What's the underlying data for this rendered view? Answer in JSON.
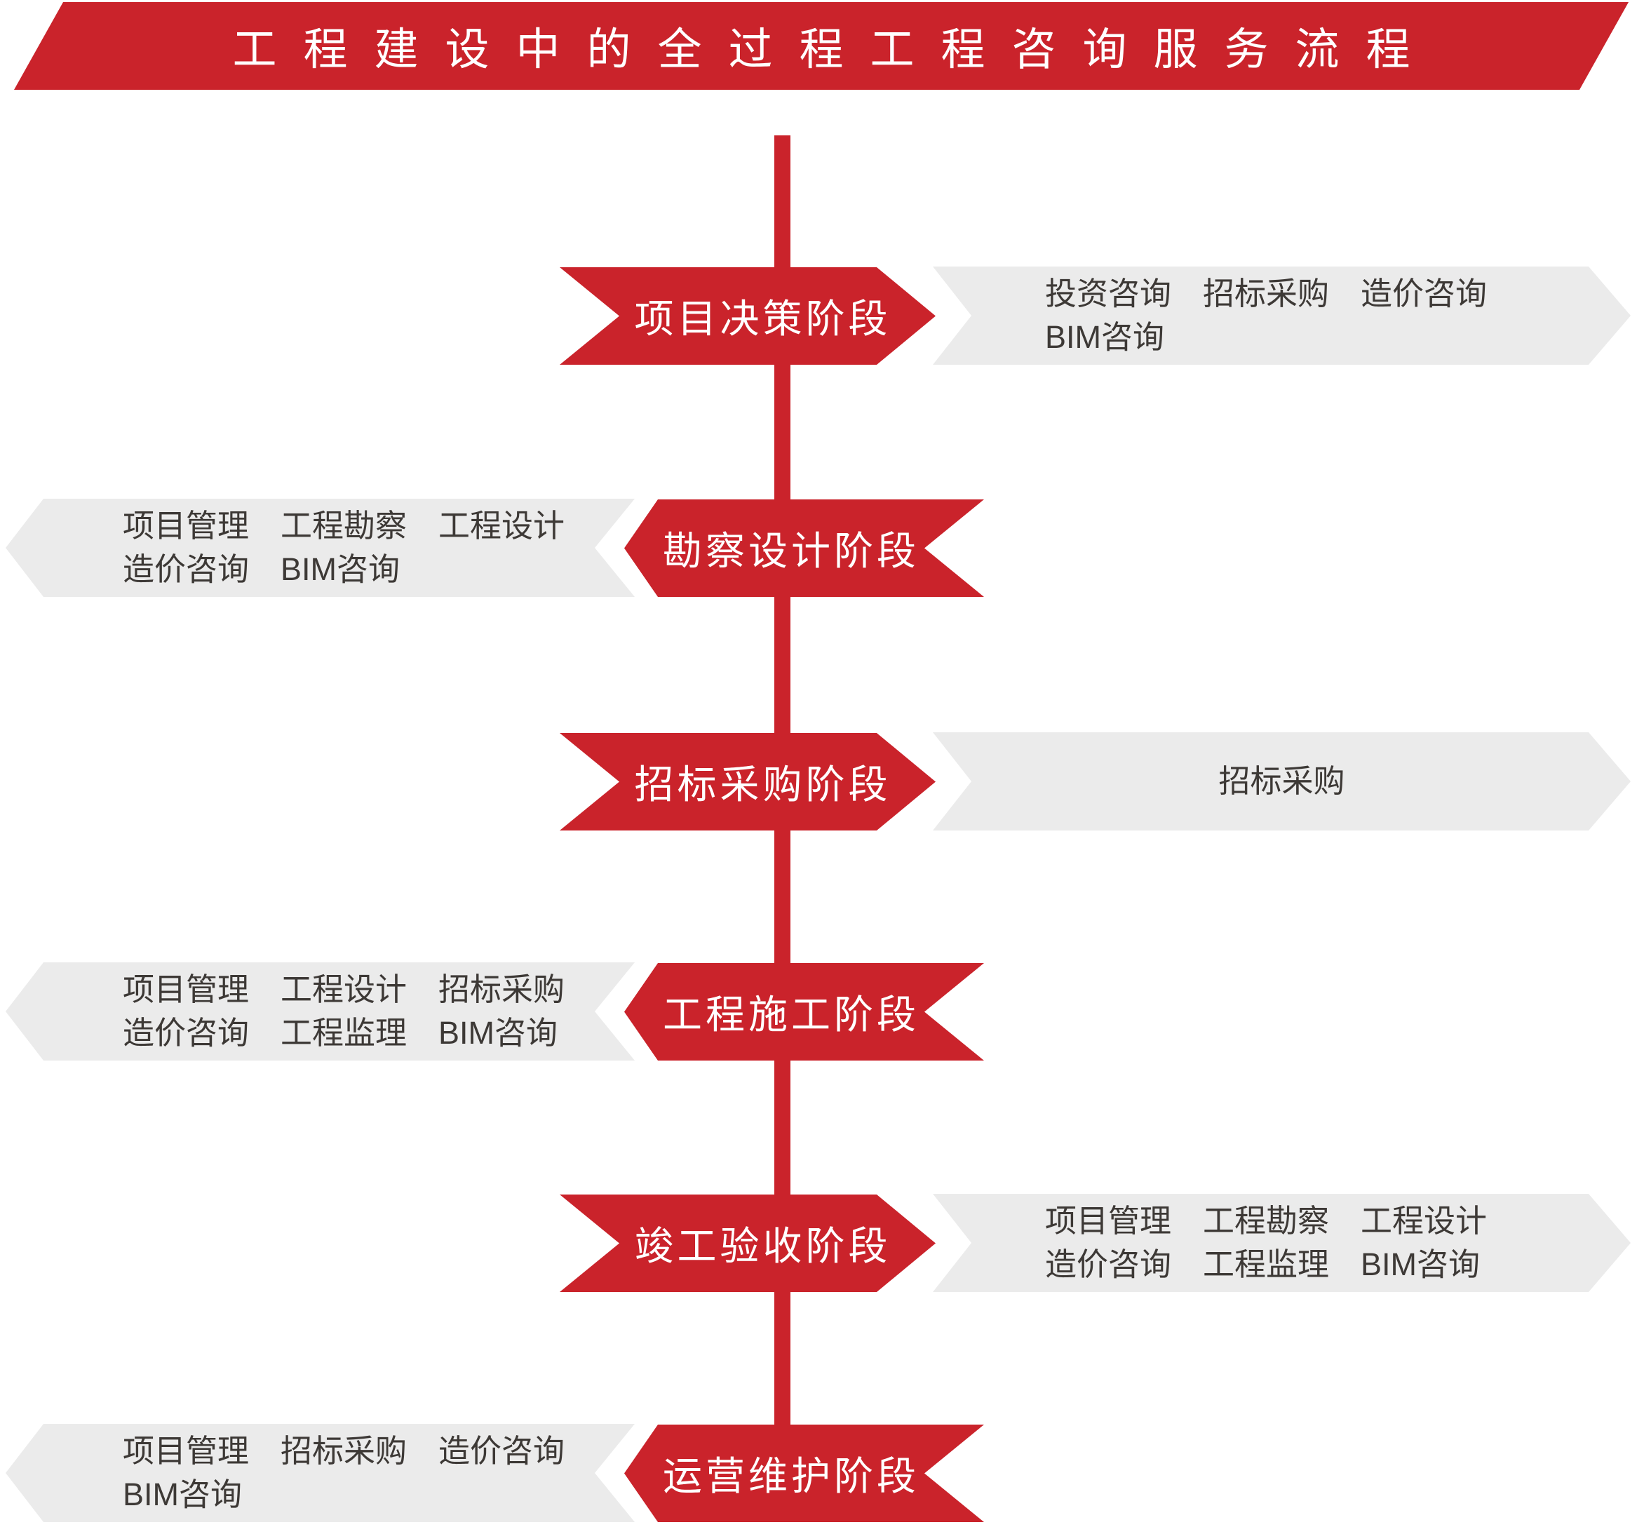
{
  "title": {
    "text": "工程建设中的全过程工程咨询服务流程"
  },
  "colors": {
    "red": "#ca232b",
    "gray": "#ebebeb",
    "text_dark": "#3d3936"
  },
  "stages": [
    {
      "id": "decision",
      "label": "项目决策阶段",
      "side": "right",
      "services": [
        [
          "投资咨询",
          "招标采购",
          "造价咨询"
        ],
        [
          "BIM咨询"
        ]
      ]
    },
    {
      "id": "survey-design",
      "label": "勘察设计阶段",
      "side": "left",
      "services": [
        [
          "项目管理",
          "工程勘察",
          "工程设计"
        ],
        [
          "造价咨询",
          "BIM咨询"
        ]
      ]
    },
    {
      "id": "bidding",
      "label": "招标采购阶段",
      "side": "right",
      "services": [
        [
          "招标采购"
        ]
      ]
    },
    {
      "id": "construction",
      "label": "工程施工阶段",
      "side": "left",
      "services": [
        [
          "项目管理",
          "工程设计",
          "招标采购"
        ],
        [
          "造价咨询",
          "工程监理",
          "BIM咨询"
        ]
      ]
    },
    {
      "id": "completion",
      "label": "竣工验收阶段",
      "side": "right",
      "services": [
        [
          "项目管理",
          "工程勘察",
          "工程设计"
        ],
        [
          "造价咨询",
          "工程监理",
          "BIM咨询"
        ]
      ]
    },
    {
      "id": "operation",
      "label": "运营维护阶段",
      "side": "left",
      "services": [
        [
          "项目管理",
          "招标采购",
          "造价咨询"
        ],
        [
          "BIM咨询"
        ]
      ]
    }
  ]
}
